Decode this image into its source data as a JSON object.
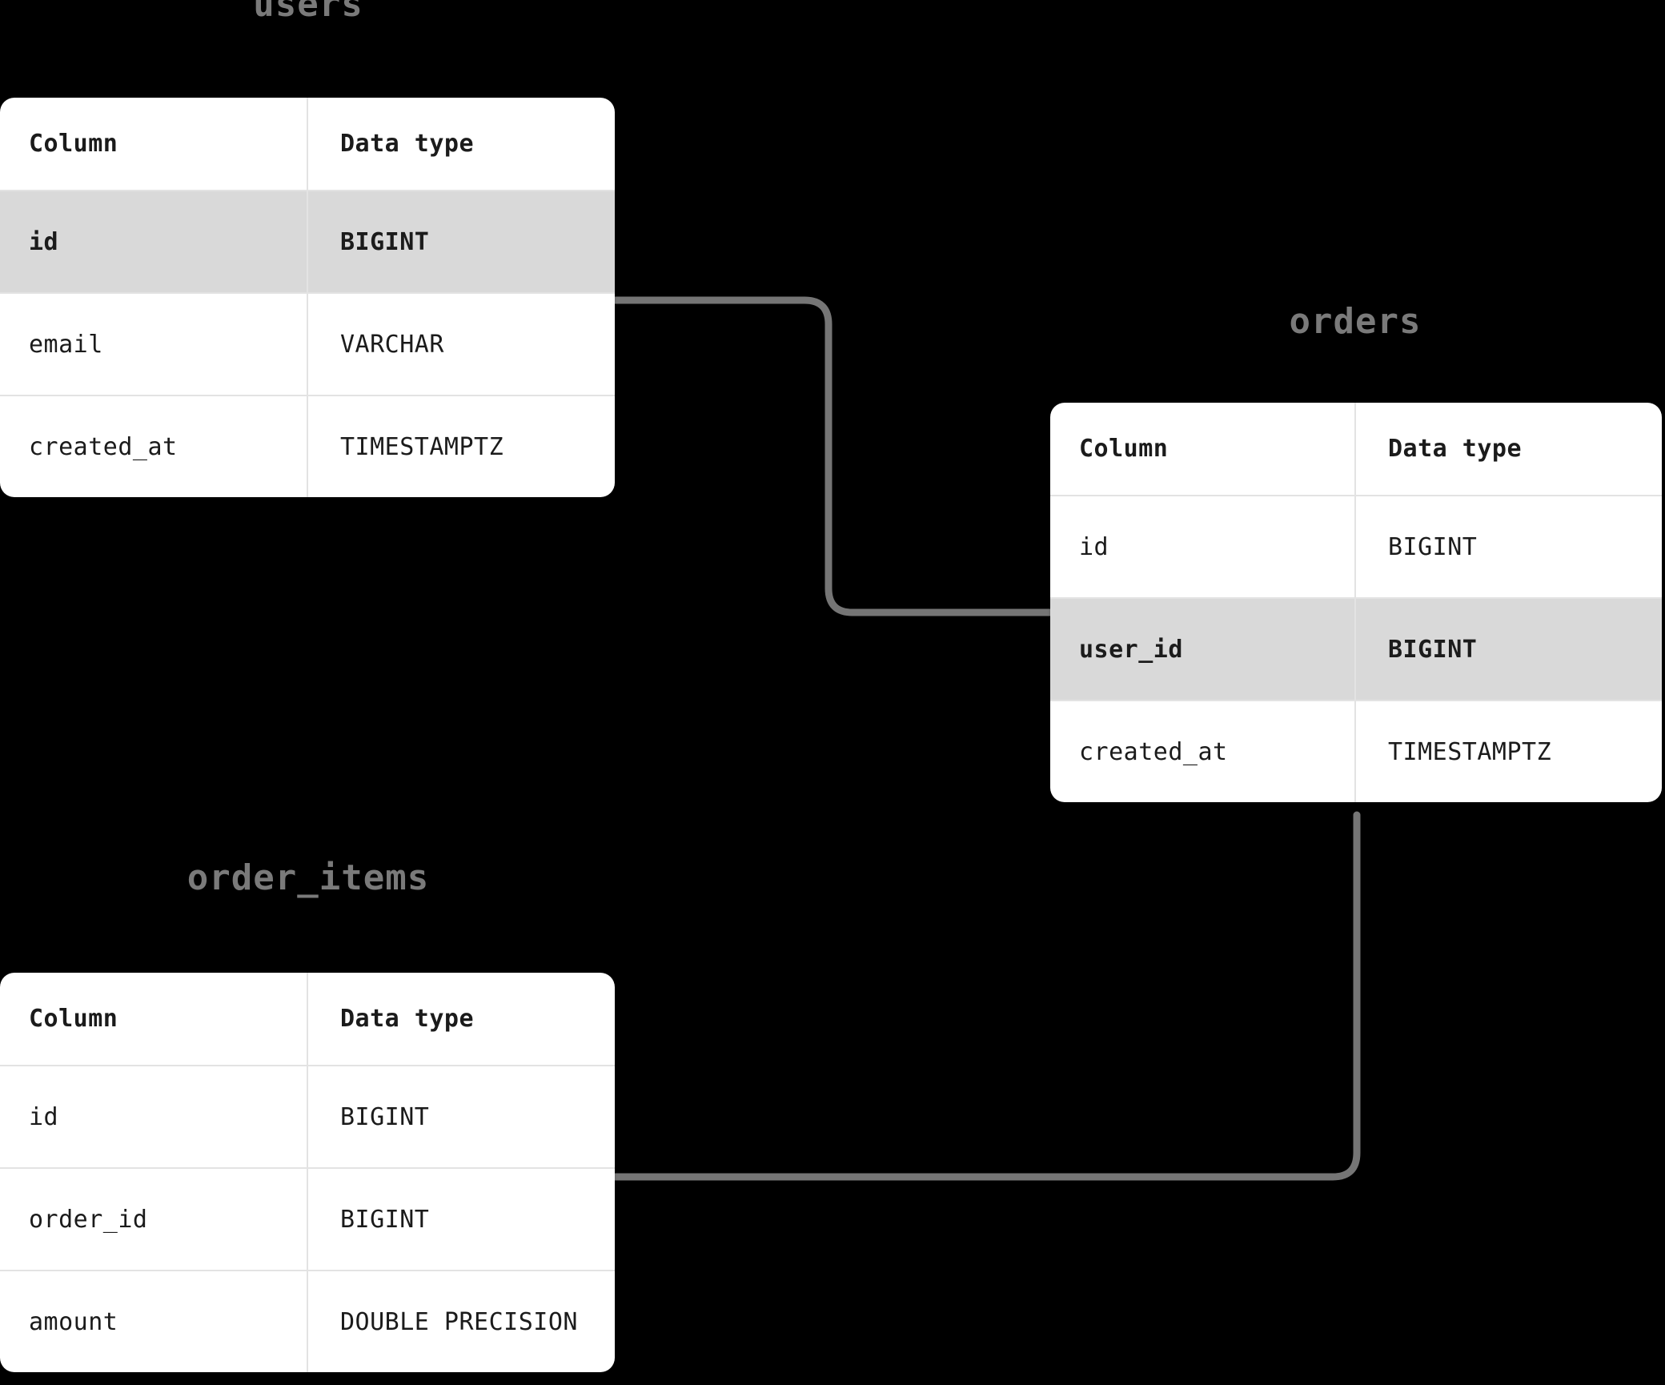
{
  "diagram": {
    "type": "er-diagram",
    "background_color": "#000000",
    "edge_color": "#757575",
    "card_color": "#ffffff",
    "highlight_color": "#d9d9d9",
    "title_color": "#7a7a7a"
  },
  "column_headers": {
    "name": "Column",
    "type": "Data type"
  },
  "tables": [
    {
      "id": "users",
      "title": "users",
      "columns": [
        {
          "name": "id",
          "type": "BIGINT",
          "highlighted": true
        },
        {
          "name": "email",
          "type": "VARCHAR",
          "highlighted": false
        },
        {
          "name": "created_at",
          "type": "TIMESTAMPTZ",
          "highlighted": false
        }
      ]
    },
    {
      "id": "orders",
      "title": "orders",
      "columns": [
        {
          "name": "id",
          "type": "BIGINT",
          "highlighted": false
        },
        {
          "name": "user_id",
          "type": "BIGINT",
          "highlighted": true
        },
        {
          "name": "created_at",
          "type": "TIMESTAMPTZ",
          "highlighted": false
        }
      ]
    },
    {
      "id": "order_items",
      "title": "order_items",
      "columns": [
        {
          "name": "id",
          "type": "BIGINT",
          "highlighted": false
        },
        {
          "name": "order_id",
          "type": "BIGINT",
          "highlighted": false
        },
        {
          "name": "amount",
          "type": "DOUBLE PRECISION",
          "highlighted": false
        }
      ]
    }
  ],
  "relationships": [
    {
      "from": "users.id",
      "to": "orders.user_id"
    },
    {
      "from": "orders.id",
      "to": "order_items.order_id"
    }
  ]
}
